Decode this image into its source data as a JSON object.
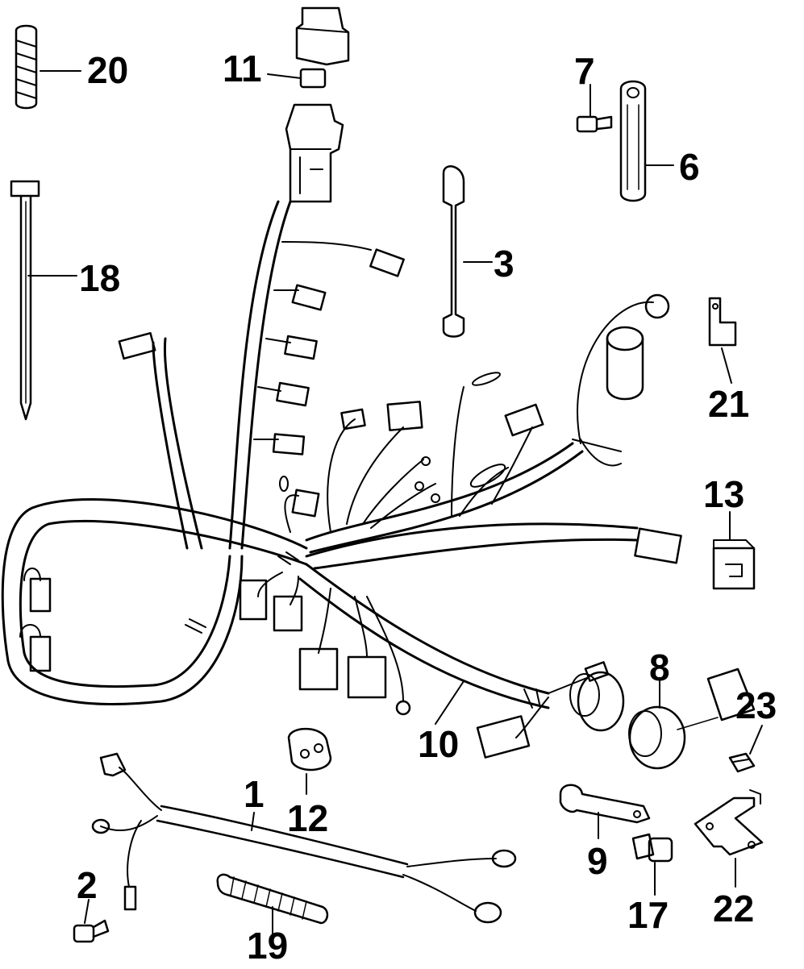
{
  "callouts": [
    {
      "id": "c1",
      "label": "1"
    },
    {
      "id": "c2",
      "label": "2"
    },
    {
      "id": "c3",
      "label": "3"
    },
    {
      "id": "c6",
      "label": "6"
    },
    {
      "id": "c7",
      "label": "7"
    },
    {
      "id": "c8",
      "label": "8"
    },
    {
      "id": "c9",
      "label": "9"
    },
    {
      "id": "c10",
      "label": "10"
    },
    {
      "id": "c11",
      "label": "11"
    },
    {
      "id": "c12",
      "label": "12"
    },
    {
      "id": "c13",
      "label": "13"
    },
    {
      "id": "c17",
      "label": "17"
    },
    {
      "id": "c18",
      "label": "18"
    },
    {
      "id": "c19",
      "label": "19"
    },
    {
      "id": "c20",
      "label": "20"
    },
    {
      "id": "c21",
      "label": "21"
    },
    {
      "id": "c22",
      "label": "22"
    },
    {
      "id": "c23",
      "label": "23"
    }
  ]
}
